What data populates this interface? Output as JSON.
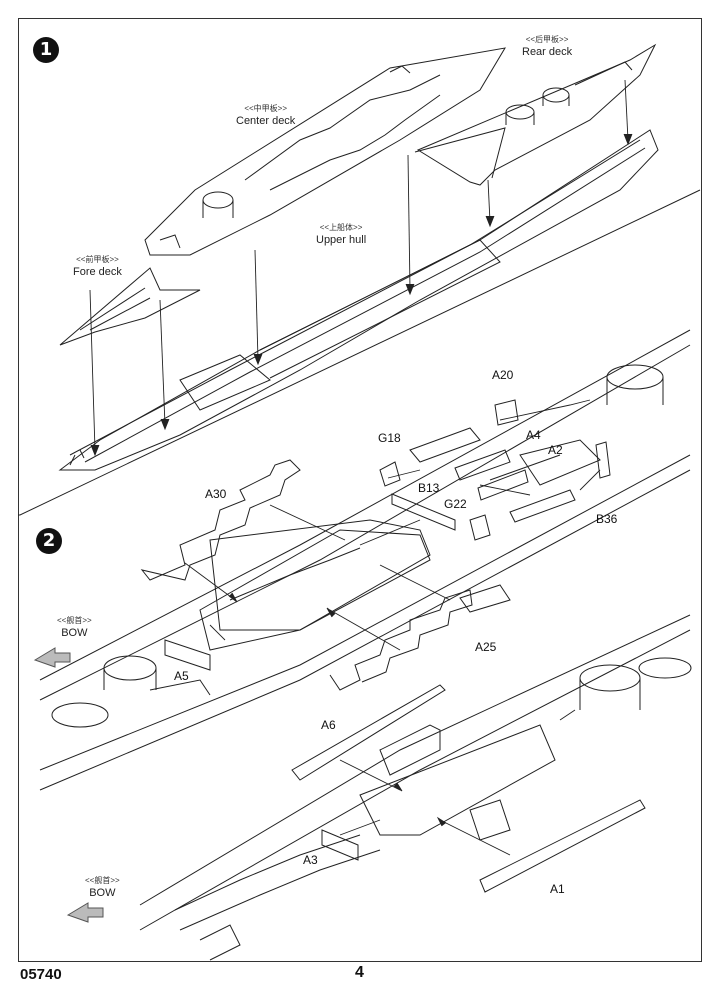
{
  "steps": {
    "step1": "1",
    "step2": "2"
  },
  "step1_labels": {
    "rear_deck_cn": "<<后甲板>>",
    "rear_deck": "Rear deck",
    "center_deck_cn": "<<中甲板>>",
    "center_deck": "Center deck",
    "upper_hull_cn": "<<上船体>>",
    "upper_hull": "Upper hull",
    "fore_deck_cn": "<<前甲板>>",
    "fore_deck": "Fore deck"
  },
  "step2_labels": {
    "bow_cn_1": "<<舰首>>",
    "bow_1": "BOW",
    "bow_cn_2": "<<舰首>>",
    "bow_2": "BOW"
  },
  "parts": {
    "A20": "A20",
    "G18": "G18",
    "A4": "A4",
    "A2": "A2",
    "B13": "B13",
    "G22": "G22",
    "A30": "A30",
    "B36": "B36",
    "A5": "A5",
    "A25": "A25",
    "A6": "A6",
    "A3": "A3",
    "A1": "A1"
  },
  "footer": {
    "product_code": "05740",
    "page_number": "4"
  }
}
